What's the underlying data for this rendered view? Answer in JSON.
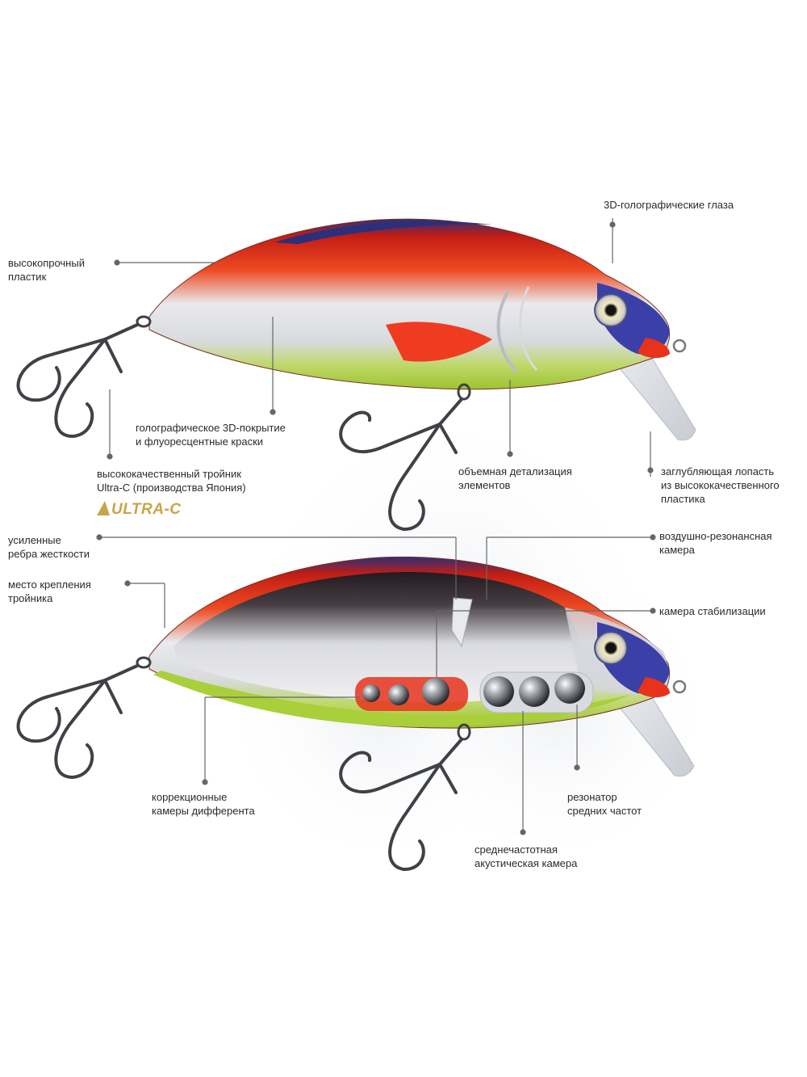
{
  "colors": {
    "back": "#2c2f7a",
    "red": "#e8321c",
    "belly": "#aad23a",
    "silver": "#e6e6ea",
    "leader": "#666666",
    "brand": "#c9a44a"
  },
  "labels": {
    "plastic": [
      "высокопрочный",
      "пластик"
    ],
    "eyes": [
      "3D-голографические глаза"
    ],
    "coating": [
      "голографическое 3D-покрытие",
      "и флуоресцентные краски"
    ],
    "treble": [
      "высококачественный тройник",
      "Ultra-C (производства Япония)"
    ],
    "detail": [
      "объемная детализация",
      "элементов"
    ],
    "lip": [
      "заглубляющая лопасть",
      "из высококачественного",
      "пластика"
    ],
    "ribs": [
      "усиленные",
      "ребра жесткости"
    ],
    "hook_mount": [
      "место крепления",
      "тройника"
    ],
    "air_chamber": [
      "воздушно-резонансная",
      "камера"
    ],
    "stab_chamber": [
      "камера стабилизации"
    ],
    "trim_chambers": [
      "коррекционные",
      "камеры дифферента"
    ],
    "resonator": [
      "резонатор",
      "средних частот"
    ],
    "acoustic": [
      "среднечастотная",
      "акустическая камера"
    ]
  },
  "brand": {
    "logo_text": "ULTRA-C",
    "logo": "ultra-c-logo"
  },
  "icons": [
    "treble-hook-icon",
    "lure-eye-icon",
    "diving-lip-icon",
    "rattle-ball-icon"
  ]
}
